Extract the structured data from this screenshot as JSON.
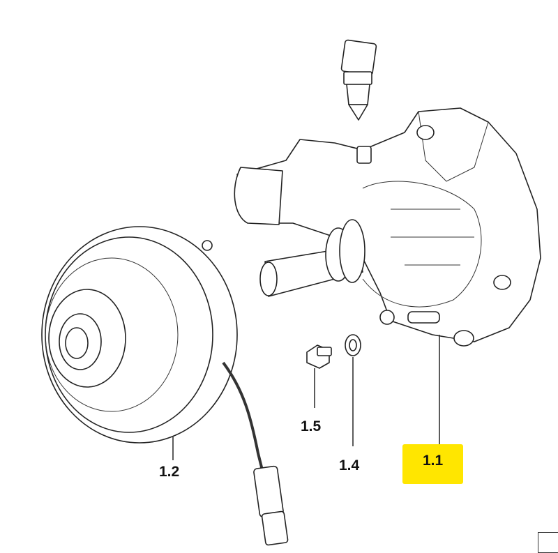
{
  "labels": {
    "pump": "1.1",
    "clutch": "1.2",
    "washer": "1.4",
    "bolt": "1.5"
  },
  "colors": {
    "highlight": "#ffe600"
  }
}
